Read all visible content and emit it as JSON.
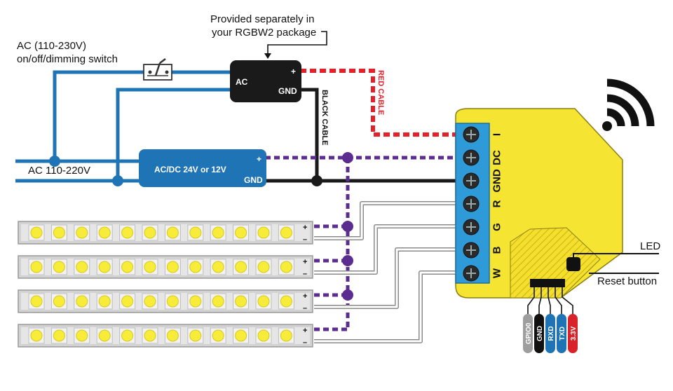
{
  "labels": {
    "ac_switch_line1": "AC (110-230V)",
    "ac_switch_line2": "on/off/dimming switch",
    "provided_line1": "Provided separately in",
    "provided_line2": "your RGBW2 package",
    "ac_mains": "AC 110-220V",
    "red_cable": "RED CABLE",
    "black_cable": "BLACK CABLE",
    "led": "LED",
    "reset_button": "Reset button"
  },
  "psu_small": {
    "ac": "AC",
    "plus": "+",
    "gnd": "GND"
  },
  "psu_main": {
    "title": "AC/DC 24V or 12V",
    "plus": "+",
    "gnd": "GND"
  },
  "terminals": [
    "I",
    "DC",
    "GND",
    "R",
    "G",
    "B",
    "W"
  ],
  "strip_polarity": {
    "plus": "+",
    "minus": "–"
  },
  "header_pins": [
    {
      "label": "GPIO0",
      "color": "#9e9e9e"
    },
    {
      "label": "GND",
      "color": "#111111"
    },
    {
      "label": "RXD",
      "color": "#1f74b6"
    },
    {
      "label": "TXD",
      "color": "#1f74b6"
    },
    {
      "label": "3.3V",
      "color": "#d9232a"
    }
  ],
  "colors": {
    "ac_wire": "#1f74b6",
    "dc_positive": "#5c2d91",
    "red_cable": "#e4202b",
    "black_cable": "#1a1a1a",
    "channel_wire": "#c8c8c8",
    "device": "#f5e532",
    "led_chip": "#f7ec3a"
  }
}
